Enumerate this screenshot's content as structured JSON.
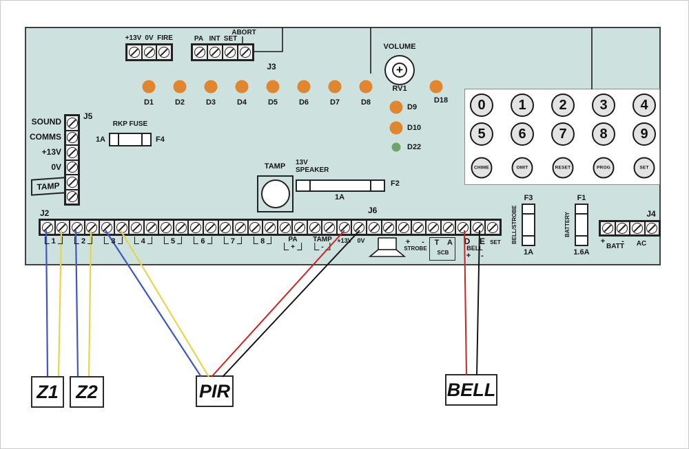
{
  "colors": {
    "board_fill": "#cde1de",
    "led_orange": "#e0862f",
    "led_green": "#6fa36b",
    "wire_blue": "#3c57c5",
    "wire_yellow": "#e7d44b",
    "wire_red": "#cc2222",
    "wire_black": "#151515",
    "line_black": "#1a1a1a"
  },
  "top_terminals": {
    "block1": {
      "labels": [
        "+13V",
        "0V",
        "FIRE"
      ]
    },
    "block2": {
      "labels": [
        "PA",
        "INT",
        "SET",
        "ABORT"
      ]
    },
    "connector_ref": "J3"
  },
  "leds": {
    "main_row": [
      "D1",
      "D2",
      "D3",
      "D4",
      "D5",
      "D6",
      "D7",
      "D8"
    ],
    "d18": "D18",
    "side": [
      {
        "id": "D9",
        "color": "orange"
      },
      {
        "id": "D10",
        "color": "orange"
      },
      {
        "id": "D22",
        "color": "green"
      }
    ]
  },
  "volume": {
    "label": "VOLUME",
    "ref": "RV1"
  },
  "keypad": {
    "digits": [
      "0",
      "1",
      "2",
      "3",
      "4",
      "5",
      "6",
      "7",
      "8",
      "9"
    ],
    "functions": [
      "CHIME",
      "OMIT",
      "RESET",
      "PROG",
      "SET"
    ]
  },
  "j5": {
    "ref": "J5",
    "labels": [
      "SOUND",
      "COMMS",
      "+13V",
      "0V"
    ],
    "tamp": "TAMP"
  },
  "rkp_fuse": {
    "title": "RKP FUSE",
    "rating": "1A",
    "ref": "F4"
  },
  "tamper": {
    "label": "TAMP"
  },
  "speaker_fuse": {
    "title_line1": "13V",
    "title_line2": "SPEAKER",
    "ref": "F2",
    "rating": "1A"
  },
  "strip": {
    "ref_left": "J2",
    "ref_right": "J6",
    "zones": [
      "1",
      "2",
      "3",
      "4",
      "5",
      "6",
      "7",
      "8"
    ],
    "pa": {
      "label": "PA",
      "sign": "+"
    },
    "tamp": {
      "label": "TAMP",
      "sign": "-"
    },
    "plus13": "+13V",
    "zerov": "0V",
    "strobe": {
      "plus": "+",
      "minus": "-",
      "label": "STROBE"
    },
    "scb": {
      "t": "T",
      "a": "A",
      "label": "SCB"
    },
    "bell": {
      "d": "D",
      "e": "E",
      "label": "BELL",
      "plus": "+",
      "minus": "-"
    },
    "set": "SET"
  },
  "fuses": {
    "f3": {
      "ref": "F3",
      "label": "BELL/STROBE",
      "rating": "1A"
    },
    "f1": {
      "ref": "F1",
      "label": "BATTERY",
      "rating": "1.6A"
    }
  },
  "j4": {
    "ref": "J4",
    "plus": "+",
    "minus": "-",
    "batt": "BATT",
    "ac": "AC"
  },
  "external_devices": [
    {
      "label": "Z1"
    },
    {
      "label": "Z2"
    },
    {
      "label": "PIR"
    },
    {
      "label": "BELL"
    }
  ]
}
